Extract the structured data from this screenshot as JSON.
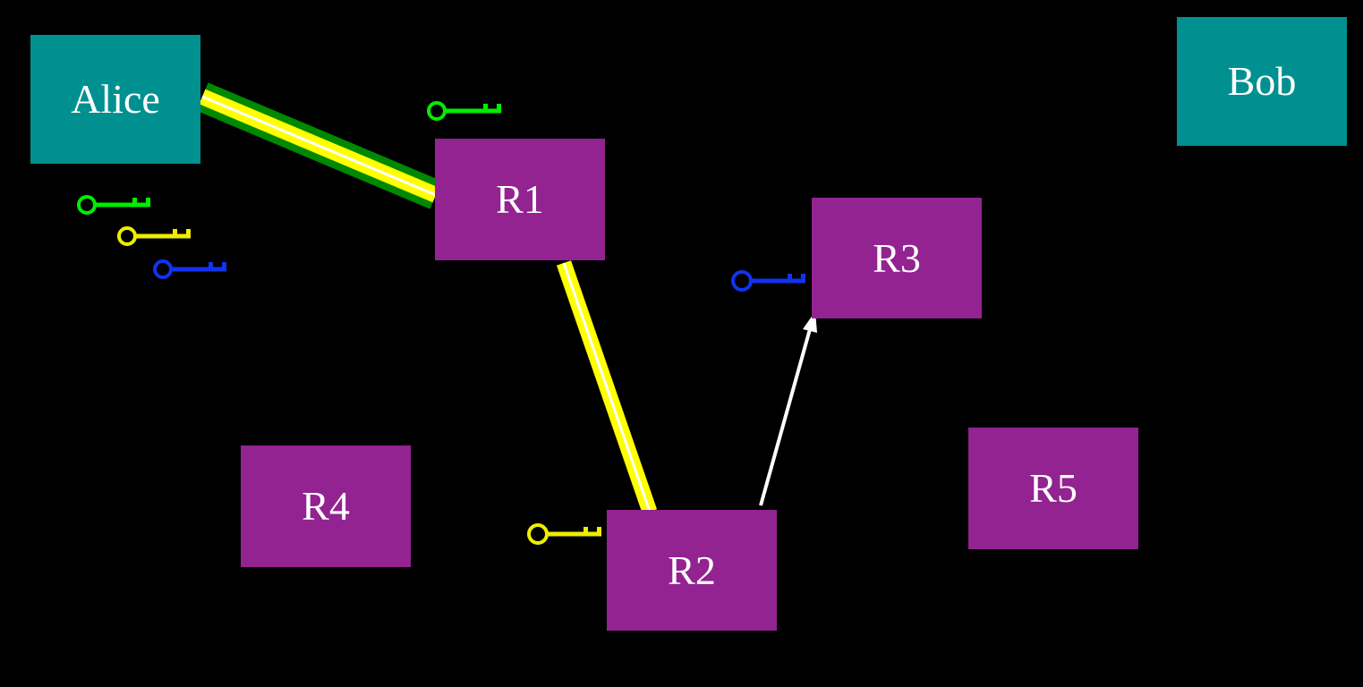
{
  "nodes": {
    "alice": "Alice",
    "bob": "Bob",
    "r1": "R1",
    "r2": "R2",
    "r3": "R3",
    "r4": "R4",
    "r5": "R5"
  },
  "colors": {
    "background": "#000000",
    "endpoint": "#009090",
    "router": "#922391",
    "key_green": "#00ee00",
    "key_yellow": "#eeee00",
    "key_blue": "#1133ee",
    "tunnel_outer": "#008800",
    "tunnel_middle": "#ffff00",
    "tunnel_core": "#ffffff",
    "arrow": "#ffffff"
  },
  "links": [
    {
      "from": "Alice",
      "to": "R1",
      "layers": [
        "green",
        "yellow",
        "blue"
      ]
    },
    {
      "from": "R1",
      "to": "R2",
      "layers": [
        "yellow",
        "blue"
      ]
    },
    {
      "from": "R2",
      "to": "R3",
      "layers": [
        "blue"
      ],
      "style": "arrow"
    }
  ],
  "keys": [
    {
      "holder": "Alice",
      "colors": [
        "green",
        "yellow",
        "blue"
      ]
    },
    {
      "holder": "R1",
      "colors": [
        "green"
      ]
    },
    {
      "holder": "R2",
      "colors": [
        "yellow"
      ]
    },
    {
      "holder": "R3",
      "colors": [
        "blue"
      ]
    }
  ]
}
